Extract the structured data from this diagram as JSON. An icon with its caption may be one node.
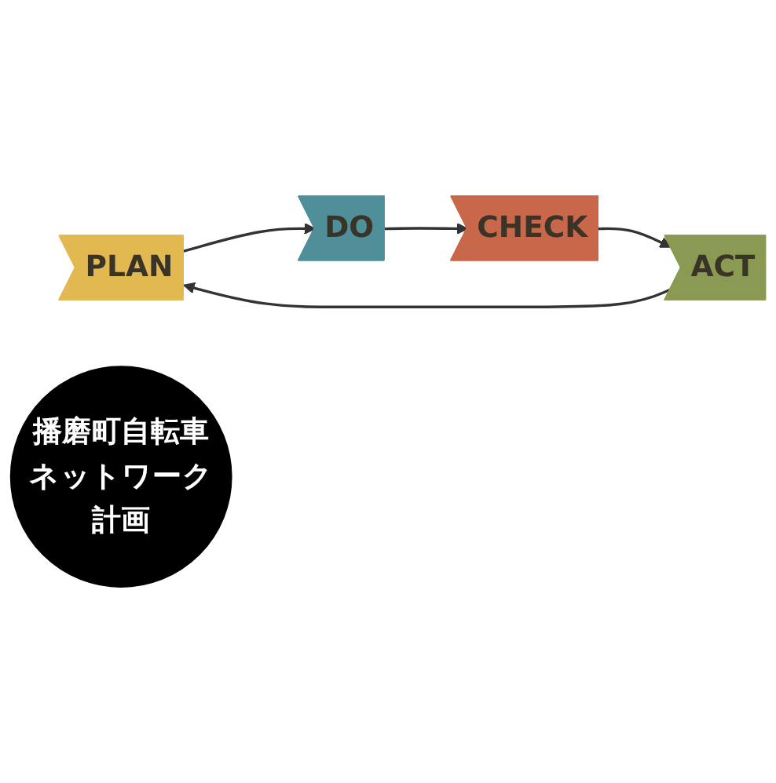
{
  "diagram": {
    "nodes": [
      {
        "text": [
          "PLAN"
        ]
      },
      {
        "text": [
          "DO"
        ]
      },
      {
        "text": [
          "CHECK"
        ]
      },
      {
        "text": [
          "ACT"
        ]
      },
      {
        "text": [
          "播磨町自転車ネットワーク計画"
        ]
      }
    ],
    "edges": [
      {
        "from": 0,
        "to": 1,
        "arrow": "to"
      },
      {
        "from": 1,
        "to": 2,
        "arrow": "to"
      },
      {
        "from": 2,
        "to": 3,
        "arrow": "to"
      },
      {
        "from": 3,
        "to": 0,
        "arrow": "to"
      }
    ]
  }
}
